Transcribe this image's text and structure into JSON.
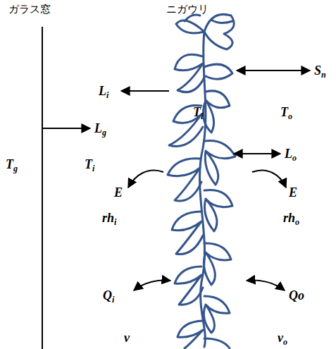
{
  "diagram": {
    "labels": [
      "ガラス窓",
      "ニガウリ",
      "Sn",
      "Li",
      "Tl",
      "Lg",
      "To",
      "Tg",
      "Ti",
      "Lo",
      "E",
      "E",
      "rhi",
      "rho",
      "Qi",
      "Qo",
      "v",
      "vo"
    ]
  }
}
